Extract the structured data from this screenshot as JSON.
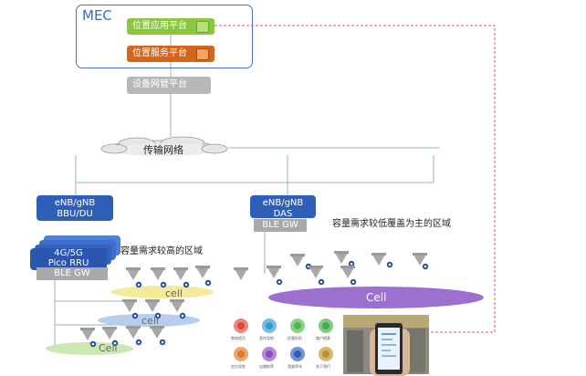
{
  "mec": {
    "title": "MEC"
  },
  "platforms": {
    "location_app": "位置应用平台",
    "location_service": "位置服务平台",
    "device_mgmt": "设备网管平台"
  },
  "network": {
    "label": "传输网络"
  },
  "left": {
    "bbu_line1": "eNB/gNB",
    "bbu_line2": "BBU/DU",
    "rru_line1": "4G/5G",
    "rru_line2": "Pico RRU",
    "ble": "BLE GW",
    "area_label": "容量需求较高的区域",
    "cell_labels": [
      "cell",
      "cell",
      "Cell"
    ]
  },
  "right": {
    "das_line1": "eNB/gNB",
    "das_line2": "DAS",
    "ble": "BLE GW",
    "area_label": "容量需求较低覆盖为主的区域",
    "cell_label": "Cell"
  },
  "apps": [
    {
      "label": "商场首页",
      "icon": "home-icon",
      "color": "#e0463a"
    },
    {
      "label": "室内导航",
      "icon": "navigation-icon",
      "color": "#2e9bd6"
    },
    {
      "label": "优惠折扣",
      "icon": "discount-icon",
      "color": "#4cb84a"
    },
    {
      "label": "商户搜索",
      "icon": "search-icon",
      "color": "#3fae49"
    },
    {
      "label": "定位导航",
      "icon": "locate-icon",
      "color": "#e2772c"
    },
    {
      "label": "店铺推荐",
      "icon": "recommend-icon",
      "color": "#8e4bc2"
    },
    {
      "label": "我要停车",
      "icon": "parking-icon",
      "color": "#2c5db8"
    },
    {
      "label": "关于我们",
      "icon": "about-icon",
      "color": "#c2912b"
    }
  ],
  "colors": {
    "mec_border": "#4a6fc4",
    "dashed_link": "#e05a5a",
    "node_blue": "#2f5eb8",
    "cell_yellow": "#f3ea9a",
    "cell_blue": "#b8cdee",
    "cell_green": "#c9e8b2",
    "cell_purple": "#9c6fd0"
  }
}
